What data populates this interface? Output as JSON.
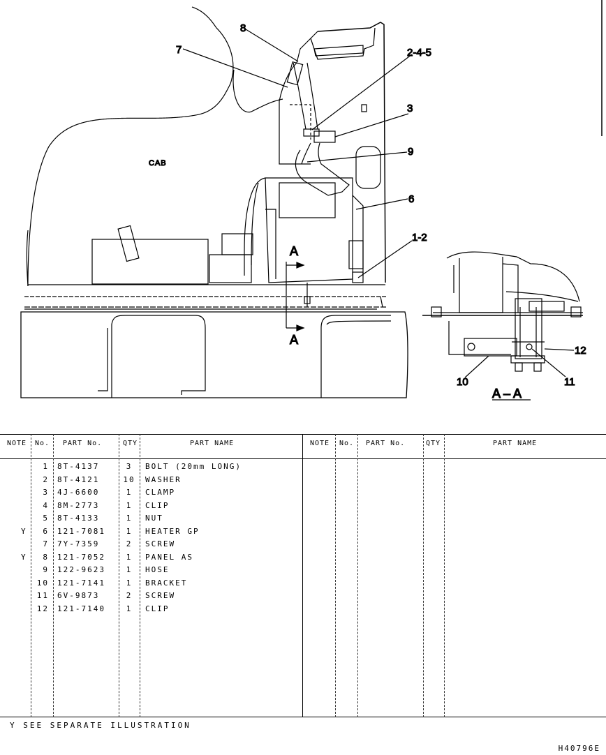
{
  "drawing": {
    "cab_label": "CAB",
    "callouts": [
      "8",
      "7",
      "2-4-5",
      "3",
      "9",
      "6",
      "1-2",
      "12",
      "10",
      "11"
    ],
    "section_marker": "A",
    "section_title": "A – A"
  },
  "table": {
    "headers": {
      "note": "NOTE",
      "no": "No.",
      "part_no": "PART  No.",
      "qty": "QTY",
      "part_name": "PART  NAME"
    },
    "rows": [
      {
        "note": "",
        "no": "1",
        "part_no": "8T-4137",
        "qty": "3",
        "name": "BOLT (20mm LONG)"
      },
      {
        "note": "",
        "no": "2",
        "part_no": "8T-4121",
        "qty": "10",
        "name": "WASHER"
      },
      {
        "note": "",
        "no": "3",
        "part_no": "4J-6600",
        "qty": "1",
        "name": "CLAMP"
      },
      {
        "note": "",
        "no": "4",
        "part_no": "8M-2773",
        "qty": "1",
        "name": "CLIP"
      },
      {
        "note": "",
        "no": "5",
        "part_no": "8T-4133",
        "qty": "1",
        "name": "NUT"
      },
      {
        "note": "Y",
        "no": "6",
        "part_no": "121-7081",
        "qty": "1",
        "name": "HEATER GP"
      },
      {
        "note": "",
        "no": "7",
        "part_no": "7Y-7359",
        "qty": "2",
        "name": "SCREW"
      },
      {
        "note": "Y",
        "no": "8",
        "part_no": "121-7052",
        "qty": "1",
        "name": "PANEL AS"
      },
      {
        "note": "",
        "no": "9",
        "part_no": "122-9623",
        "qty": "1",
        "name": "HOSE"
      },
      {
        "note": "",
        "no": "10",
        "part_no": "121-7141",
        "qty": "1",
        "name": "BRACKET"
      },
      {
        "note": "",
        "no": "11",
        "part_no": "6V-9873",
        "qty": "2",
        "name": "SCREW"
      },
      {
        "note": "",
        "no": "12",
        "part_no": "121-7140",
        "qty": "1",
        "name": "CLIP"
      }
    ]
  },
  "footer": {
    "note": "Y  SEE  SEPARATE  ILLUSTRATION",
    "drawing_number": "H40796E"
  }
}
